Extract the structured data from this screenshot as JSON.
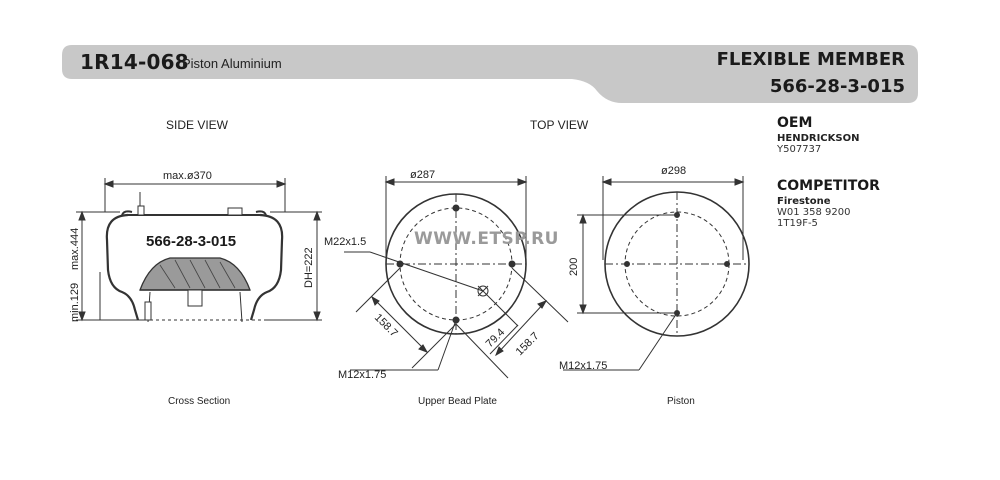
{
  "header": {
    "part_code": "1R14-068",
    "part_subtitle": "Piston Aluminium",
    "flexible_member_label": "FLEXIBLE MEMBER",
    "flexible_member_number": "566-28-3-015"
  },
  "views": {
    "side_view": "SIDE VIEW",
    "top_view": "TOP VIEW"
  },
  "captions": {
    "cross_section": "Cross Section",
    "upper_bead_plate": "Upper Bead Plate",
    "piston": "Piston"
  },
  "side_view_dims": {
    "max_diameter": "max.ø370",
    "max_height": "max.444",
    "min_height": "min.129",
    "design_height": "DH=222",
    "inner_label": "566-28-3-015"
  },
  "bead_plate_dims": {
    "diameter": "ø287",
    "air_fitting": "M22x1.5",
    "offset_a": "158.7",
    "offset_b": "79.4",
    "offset_c": "158.7",
    "stud": "M12x1.75"
  },
  "piston_dims": {
    "diameter": "ø298",
    "height": "200",
    "stud": "M12x1.75"
  },
  "oem": {
    "title": "OEM",
    "maker": "HENDRICKSON",
    "code": "Y507737"
  },
  "competitor": {
    "title": "COMPETITOR",
    "maker": "Firestone",
    "codes": [
      "W01 358 9200",
      "1T19F-5"
    ]
  },
  "watermark": "WWW.ETSP.RU",
  "colors": {
    "header_bar": "#c8c8c8",
    "line": "#333333",
    "watermark": "#9a9a9a"
  }
}
